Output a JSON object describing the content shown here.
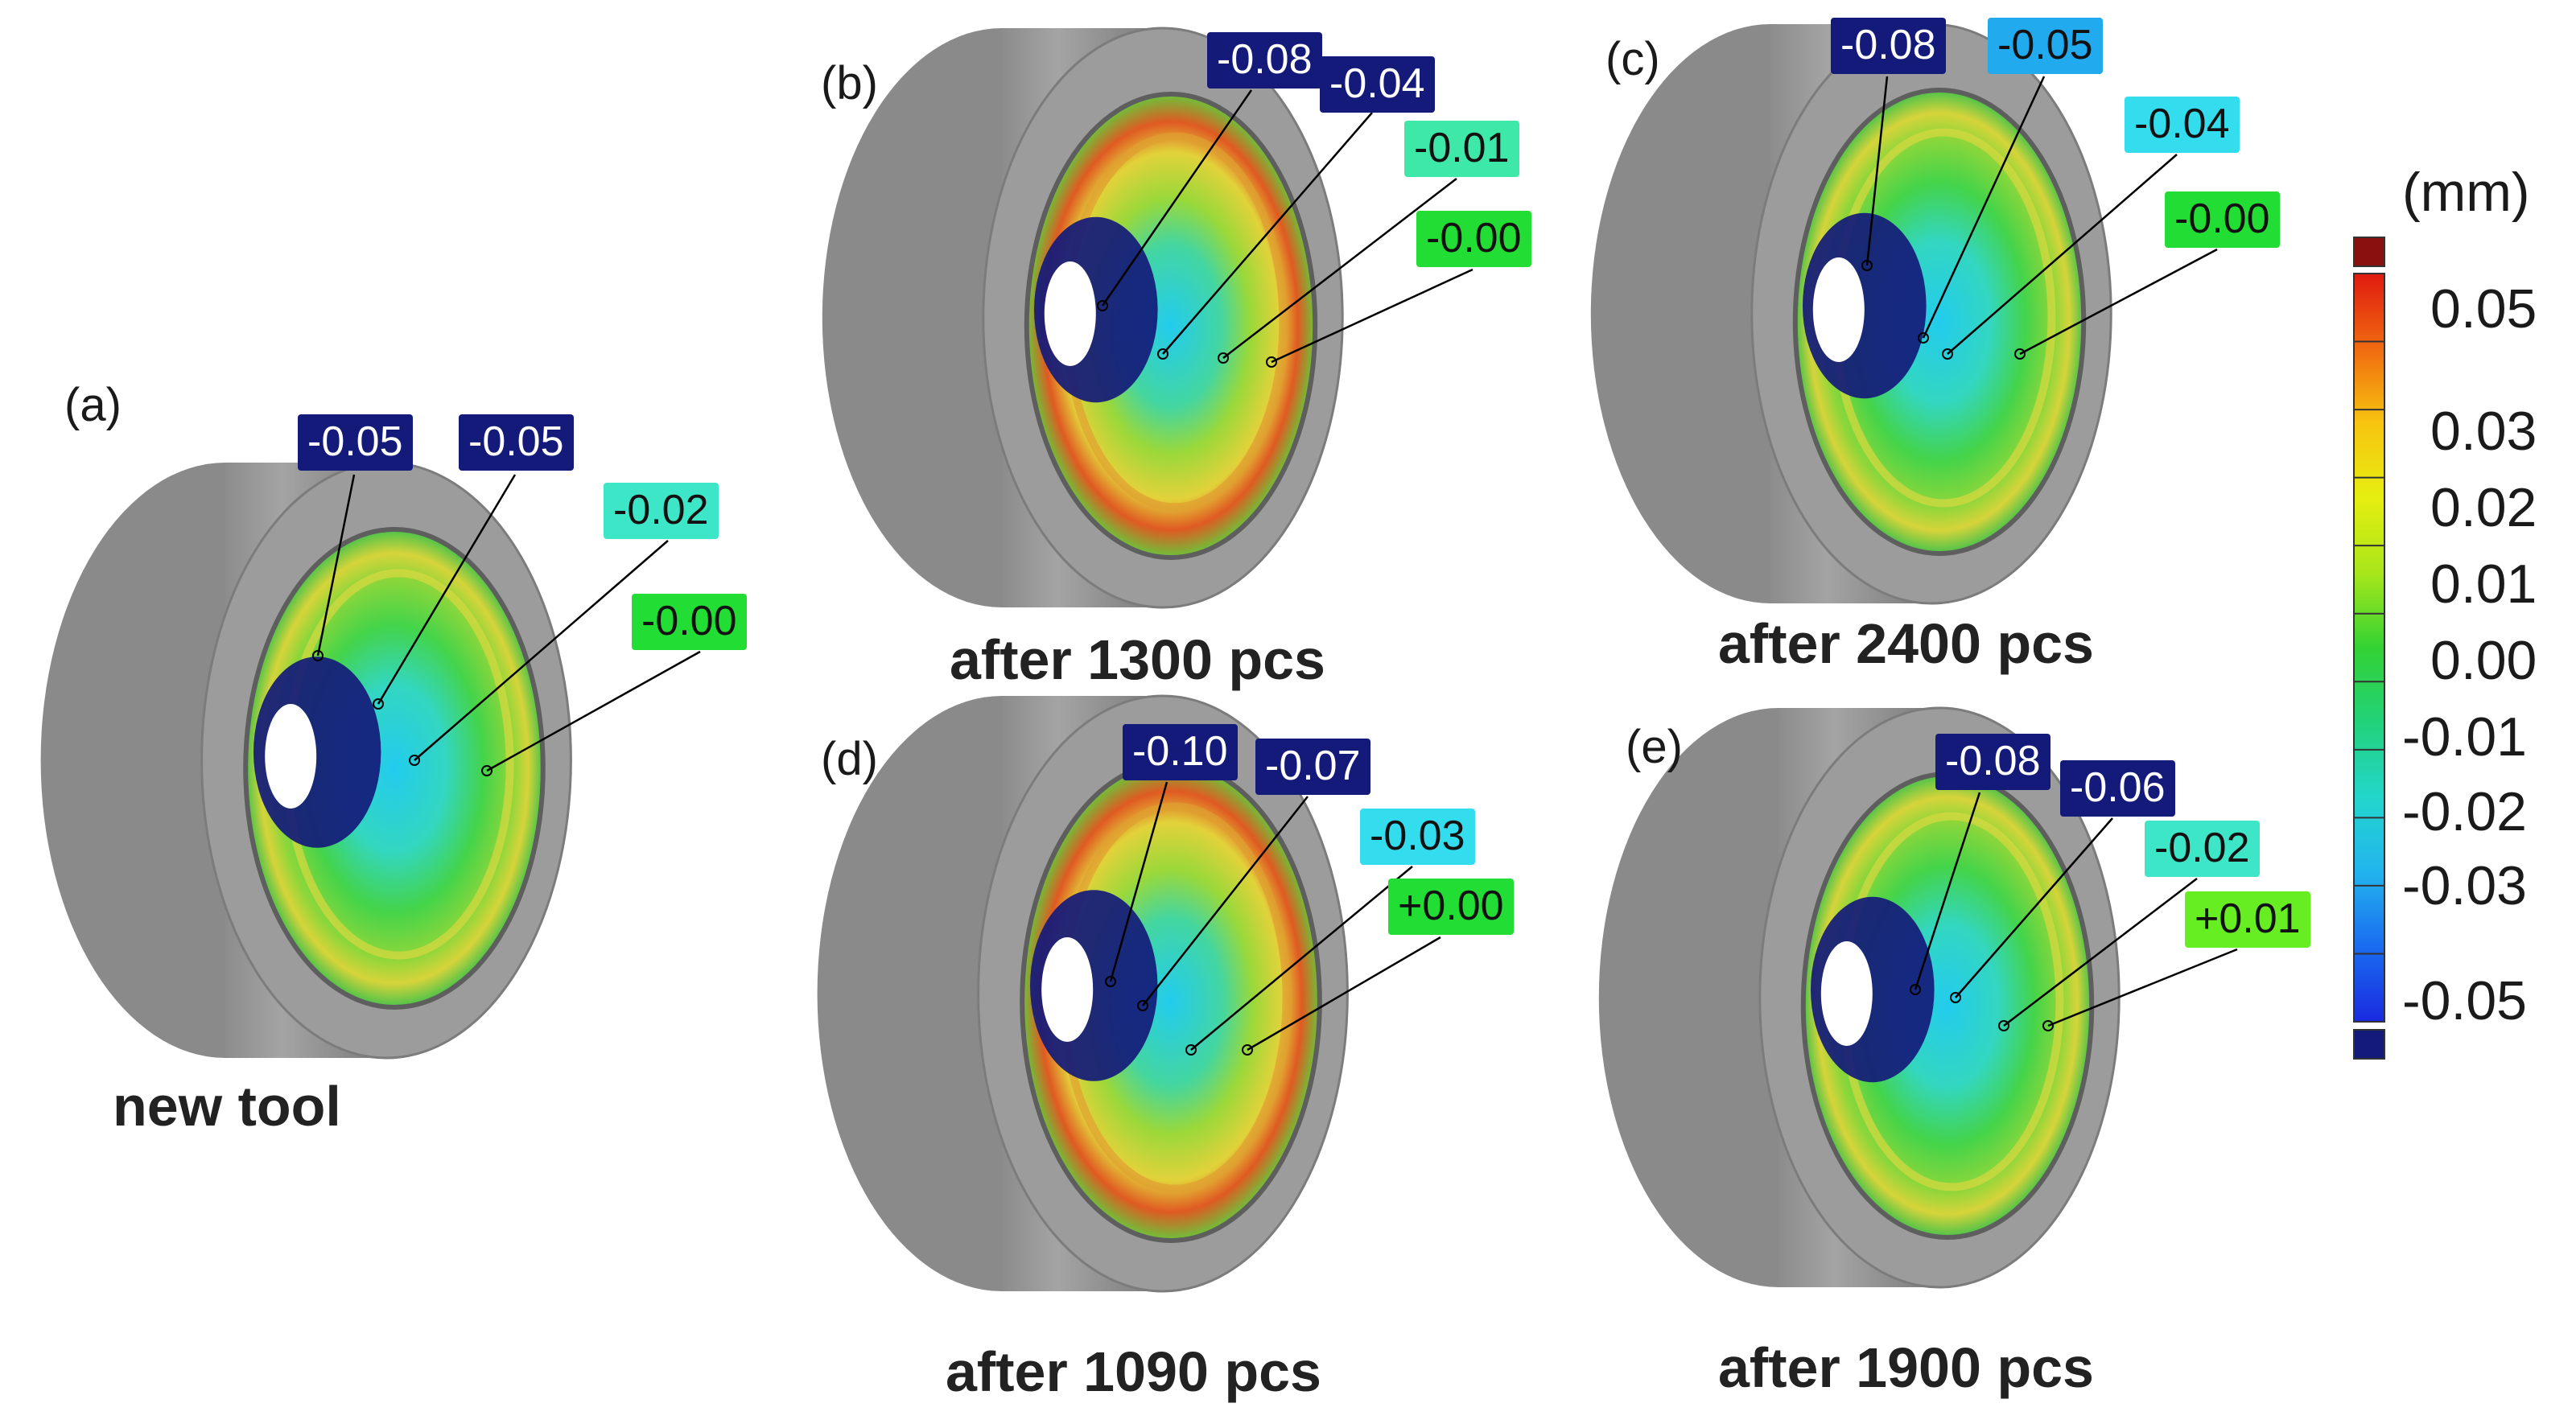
{
  "panels": [
    {
      "letter": "(a)",
      "caption": "new tool",
      "labels": [
        {
          "text": "-0.05",
          "color": "#141a7a",
          "dark": true
        },
        {
          "text": "-0.05",
          "color": "#141a7a",
          "dark": true
        },
        {
          "text": "-0.02",
          "color": "#3ee6c8",
          "dark": false
        },
        {
          "text": "-0.00",
          "color": "#22dd33",
          "dark": false
        }
      ]
    },
    {
      "letter": "(b)",
      "caption": "after 1300 pcs",
      "labels": [
        {
          "text": "-0.08",
          "color": "#141a7a",
          "dark": true
        },
        {
          "text": "-0.04",
          "color": "#141a7a",
          "dark": true
        },
        {
          "text": "-0.01",
          "color": "#3ee8a8",
          "dark": false
        },
        {
          "text": "-0.00",
          "color": "#22dd33",
          "dark": false
        }
      ]
    },
    {
      "letter": "(c)",
      "caption": "after 2400 pcs",
      "labels": [
        {
          "text": "-0.08",
          "color": "#141a7a",
          "dark": true
        },
        {
          "text": "-0.05",
          "color": "#22aaee",
          "dark": false
        },
        {
          "text": "-0.04",
          "color": "#33ddee",
          "dark": false
        },
        {
          "text": "-0.00",
          "color": "#22dd33",
          "dark": false
        }
      ]
    },
    {
      "letter": "(d)",
      "caption": "after 1090 pcs",
      "labels": [
        {
          "text": "-0.10",
          "color": "#141a7a",
          "dark": true
        },
        {
          "text": "-0.07",
          "color": "#141a7a",
          "dark": true
        },
        {
          "text": "-0.03",
          "color": "#33ddee",
          "dark": false
        },
        {
          "text": "+0.00",
          "color": "#22dd33",
          "dark": false
        }
      ]
    },
    {
      "letter": "(e)",
      "caption": "after 1900 pcs",
      "labels": [
        {
          "text": "-0.08",
          "color": "#141a7a",
          "dark": true
        },
        {
          "text": "-0.06",
          "color": "#141a7a",
          "dark": true
        },
        {
          "text": "-0.02",
          "color": "#3ee6c8",
          "dark": false
        },
        {
          "text": "+0.01",
          "color": "#66ee22",
          "dark": false
        }
      ]
    }
  ],
  "scale": {
    "unit": "(mm)",
    "ticks": [
      "0.05",
      "0.03",
      "0.02",
      "0.01",
      "0.00",
      "-0.01",
      "-0.02",
      "-0.03",
      "-0.05"
    ],
    "colors": [
      "#e01a10",
      "#f06a10",
      "#f7c410",
      "#e6ee10",
      "#a8e61a",
      "#33d233",
      "#22d27a",
      "#22d6cc",
      "#22b4ee",
      "#1a6cf0",
      "#1a2ae0"
    ],
    "over_color": "#8a1010",
    "under_color": "#141a7a"
  }
}
